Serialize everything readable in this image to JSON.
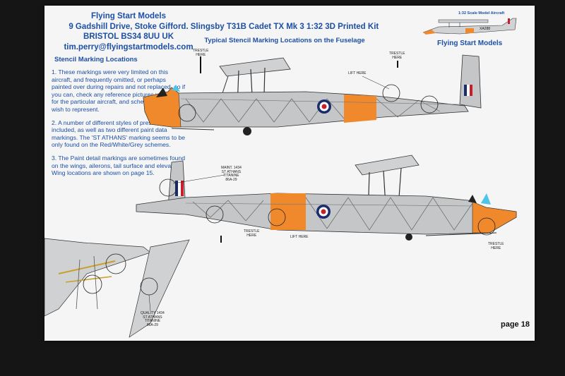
{
  "company": {
    "name": "Flying Start Models",
    "address_line1": "9 Gadshill Drive, Stoke Gifford.",
    "address_line2": "BRISTOL  BS34 8UU   UK",
    "email": "tim.perry@flyingstartmodels.com"
  },
  "header": {
    "kit_title": "Slingsby T31B Cadet TX Mk 3 1:32 3D Printed Kit",
    "subtitle": "Typical Stencil Marking Locations on the Fuselage"
  },
  "logo": {
    "scale_text": "1:32 Scale Model Aircraft",
    "name": "Flying Start Models",
    "registration": "XA288"
  },
  "notes": {
    "title": "Stencil Marking Locations",
    "items": [
      "1. These markings were very limited on this aircraft, and frequently omitted, or perhaps painted over during repairs and not replaced, so if you can, check any reference pictures you have for the particular aircraft, and scheme, that you wish to represent.",
      "2. A number of different styles of presentation are included, as well as two different paint data markings. The 'ST ATHANS' marking seems to be only found on the Red/White/Grey schemes.",
      "3. The Paint detail markings are sometimes found on the wings, ailerons, tail surface and elevators. Wing locations are shown on page 15."
    ]
  },
  "callouts": {
    "trestle_top_left": "TRESTLE\nHERE",
    "lift_top": "LIFT HERE",
    "trestle_top_right": "TRESTLE\nHERE",
    "paint_data_top": "MAINT. 1434\nST ATHANS\nTITANINE\n86A-29",
    "trestle_bottom_left": "TRESTLE\nHERE",
    "lift_bottom": "LIFT HERE",
    "trestle_bottom_right": "TRESTLE\nHERE",
    "paint_data_detail": "QUALITY 1434\nST ATHANS\nTITANINE\n86A-29"
  },
  "page_number": "page 18",
  "colors": {
    "text_blue": "#1d4fa6",
    "dayglo": "#f0892c",
    "fuselage_grey": "#c4c6c8",
    "roundel_blue": "#1a2c6e",
    "roundel_red": "#c8202a"
  }
}
